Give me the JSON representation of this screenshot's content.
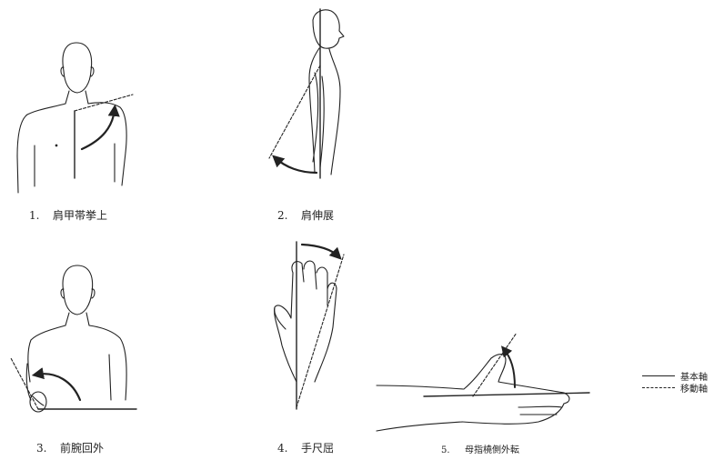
{
  "figures": [
    {
      "number": "1.",
      "label": "肩甲帯挙上"
    },
    {
      "number": "2.",
      "label": "肩伸展"
    },
    {
      "number": "3.",
      "label": "前腕回外"
    },
    {
      "number": "4.",
      "label": "手尺屈"
    },
    {
      "number": "5.",
      "label": "母指橈側外転"
    }
  ],
  "legend": {
    "base_axis": "基本軸",
    "moving_axis": "移動軸"
  },
  "colors": {
    "line": "#222222",
    "background": "#ffffff"
  }
}
